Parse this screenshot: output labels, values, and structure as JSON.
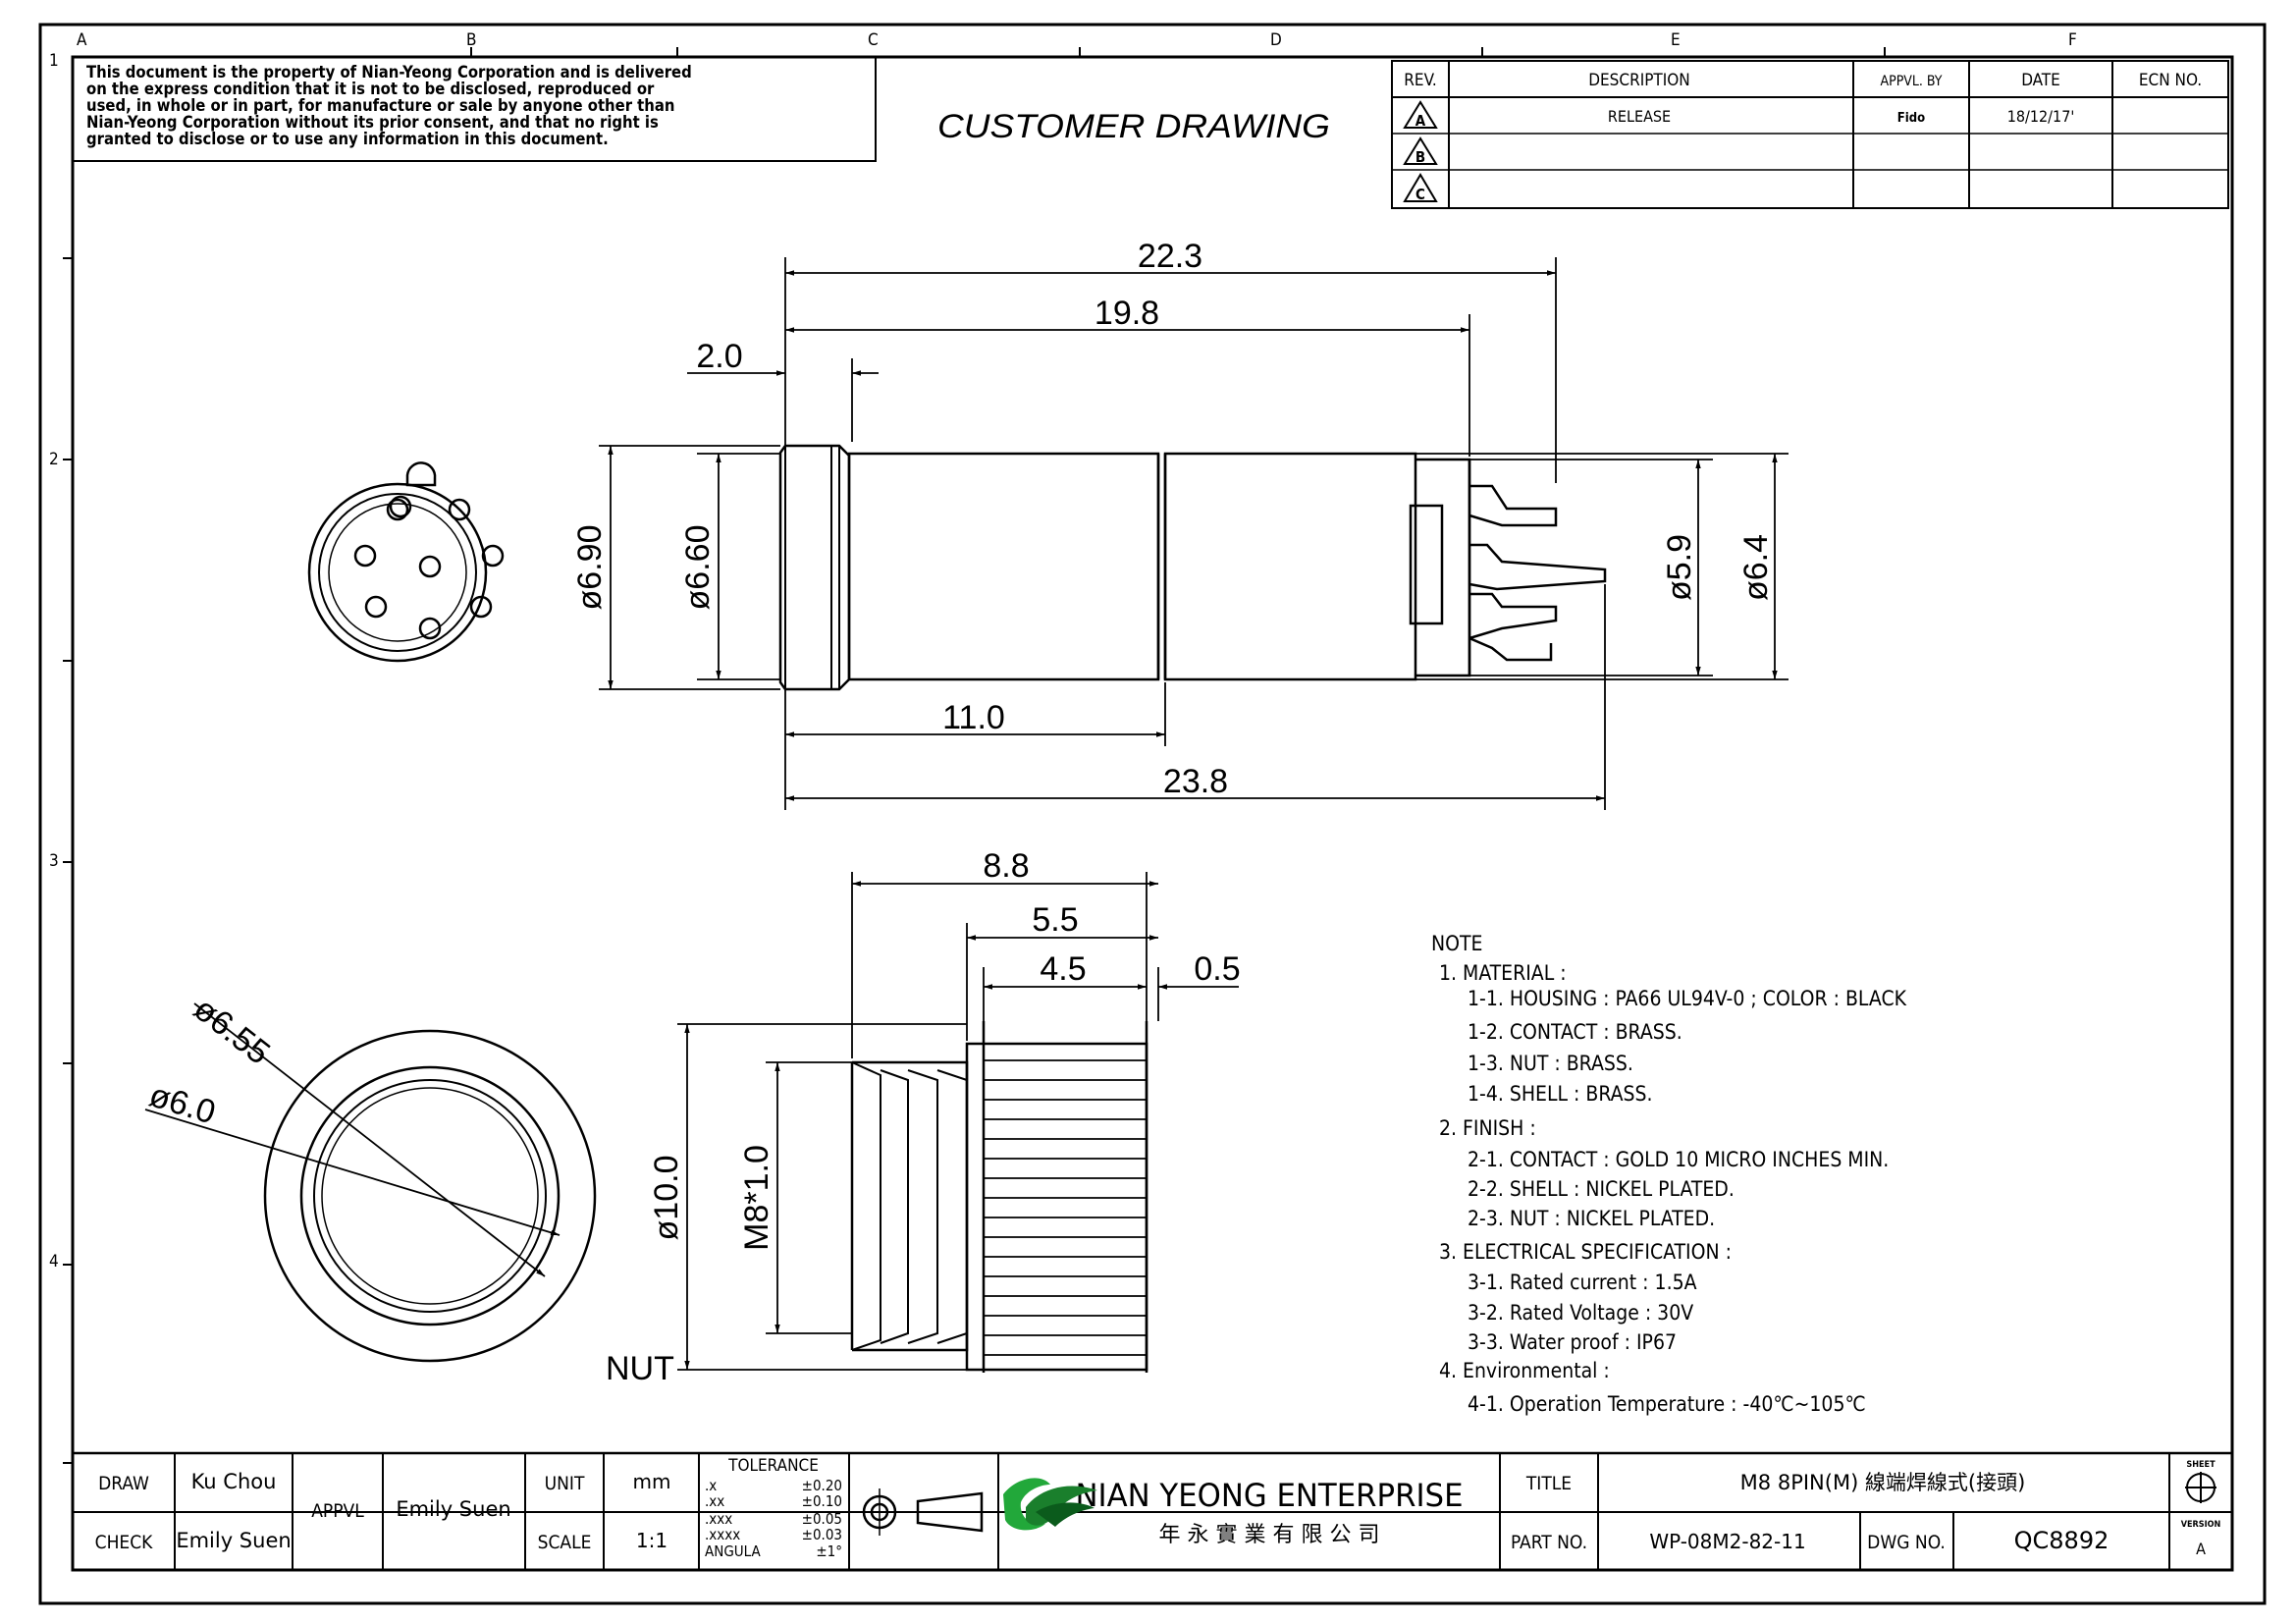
{
  "frame": {
    "col_letters": [
      "A",
      "B",
      "C",
      "D",
      "E",
      "F"
    ],
    "row_numbers": [
      "1",
      "2",
      "3",
      "4"
    ]
  },
  "notice": {
    "lines": [
      "This document is the property of Nian-Yeong Corporation and is delivered",
      "on  the  express condition that it is not to be disclosed, reproduced or",
      "used, in whole or in part, for manufacture or sale by anyone other than",
      "Nian-Yeong Corporation without  its prior consent, and that  no right  is",
      "granted to disclose or to use any information in this  document."
    ]
  },
  "drawing_title": "CUSTOMER  DRAWING",
  "revision_table": {
    "headers": [
      "REV.",
      "DESCRIPTION",
      "APPVL. BY",
      "DATE",
      "ECN NO."
    ],
    "rows": [
      {
        "rev": "A",
        "description": "RELEASE",
        "appvl": "Fido",
        "date": "18/12/17'",
        "ecn": ""
      },
      {
        "rev": "B",
        "description": "",
        "appvl": "",
        "date": "",
        "ecn": ""
      },
      {
        "rev": "C",
        "description": "",
        "appvl": "",
        "date": "",
        "ecn": ""
      }
    ]
  },
  "dimensions": {
    "d_22_3": "22.3",
    "d_19_8": "19.8",
    "d_2_0": "2.0",
    "d_6_90": "ø6.90",
    "d_6_60": "ø6.60",
    "d_5_9": "ø5.9",
    "d_6_4": "ø6.4",
    "d_11_0": "11.0",
    "d_23_8": "23.8",
    "d_8_8": "8.8",
    "d_5_5": "5.5",
    "d_4_5": "4.5",
    "d_0_5": "0.5",
    "d_6_55": "ø6.55",
    "d_6_0": "ø6.0",
    "d_10_0": "ø10.0",
    "d_m8": "M8*1.0",
    "nut_label": "NUT"
  },
  "notes": {
    "heading": "NOTE",
    "lines": [
      "1. MATERIAL :",
      "1-1. HOUSING : PA66  UL94V-0 ; COLOR : BLACK",
      "1-2. CONTACT : BRASS.",
      "1-3. NUT : BRASS.",
      "1-4. SHELL : BRASS.",
      "2. FINISH :",
      "2-1. CONTACT : GOLD  10  MICRO  INCHES  MIN.",
      "2-2. SHELL : NICKEL  PLATED.",
      "2-3. NUT :  NICKEL  PLATED.",
      "3. ELECTRICAL  SPECIFICATION :",
      "3-1. Rated  current : 1.5A",
      "3-2. Rated  Voltage : 30V",
      "3-3. Water  proof : IP67",
      "4. Environmental :",
      "4-1. Operation  Temperature : -40℃~105℃"
    ]
  },
  "title_block": {
    "draw_label": "DRAW",
    "draw_value": "Ku Chou",
    "check_label": "CHECK",
    "check_value": "Emily Suen",
    "appvl_label": "APPVL",
    "appvl_value": "Emily Suen",
    "unit_label": "UNIT",
    "unit_value": "mm",
    "scale_label": "SCALE",
    "scale_value": "1:1",
    "tolerance_label": "TOLERANCE",
    "tolerances": [
      {
        "k": ".x",
        "v": "±0.20"
      },
      {
        "k": ".xx",
        "v": "±0.10"
      },
      {
        "k": ".xxx",
        "v": "±0.05"
      },
      {
        "k": ".xxxx",
        "v": "±0.03"
      },
      {
        "k": "ANGULA",
        "v": "±1°"
      }
    ],
    "company_name": "NIAN YEONG ENTERPRISE",
    "company_chinese": "年 永 實 業 有 限 公 司",
    "title_label": "TITLE",
    "title_value": "M8  8PIN(M) 線端焊線式(接頭)",
    "part_label": "PART NO.",
    "part_value": "WP-08M2-82-11",
    "dwg_label": "DWG NO.",
    "dwg_value": "QC8892",
    "sheet_label": "SHEET",
    "version_label": "VERSION",
    "version_value": "A"
  }
}
